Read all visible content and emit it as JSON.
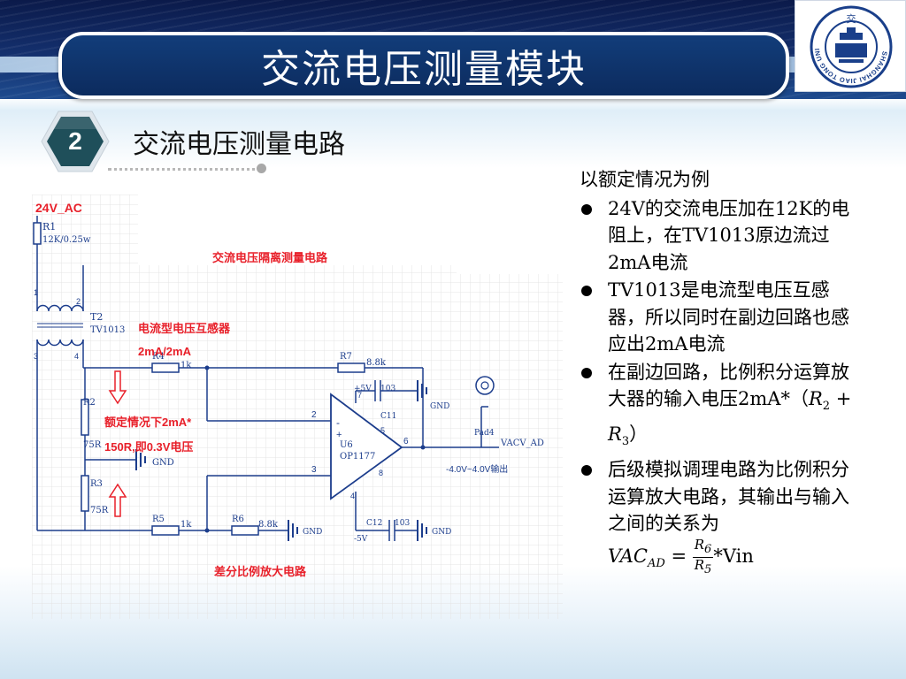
{
  "slide": {
    "title": "交流电压测量模块",
    "section_number": "2",
    "section_title": "交流电压测量电路"
  },
  "logo": {
    "top_char": "交",
    "ring_text": "SHANGHAI JIAO TONG UNIVERSITY"
  },
  "colors": {
    "header_navy": "#0c2b5e",
    "badge_teal": "#1f4f5a",
    "schematic_red": "#e8202a",
    "schematic_blue": "#1c3d8c"
  },
  "schematic": {
    "source_label": "24V_AC",
    "r1_name": "R1",
    "r1_value": "12K/0.25w",
    "pin1": "1",
    "pin2": "2",
    "pin3": "3",
    "pin4": "4",
    "t2_name": "T2",
    "t2_part": "TV1013",
    "isolation_caption": "交流电压隔离测量电路",
    "transformer_caption": "电流型电压互感器",
    "ratio_caption": "2mA/2mA",
    "r4_name": "R4",
    "r4_value": "1k",
    "r7_name": "R7",
    "r7_value": "8.8k",
    "vplus": "+5V",
    "c11_value": "103",
    "c11_name": "C11",
    "gnd": "GND",
    "r2_name": "R2",
    "r2_value": "75R",
    "rated_caption": "额定情况下2mA*",
    "burden_caption": "150R,即0.3V电压",
    "opamp_pin2": "2",
    "opamp_pin3": "3",
    "opamp_pin6": "6",
    "opamp_minus": "-",
    "opamp_plus": "+",
    "opamp_name": "U6",
    "opamp_part": "OP1177",
    "opamp_pin7": "7",
    "opamp_pin4": "4",
    "opamp_pin5": "5",
    "opamp_pin8": "8",
    "pad_name": "Pad4",
    "output_net": "VACV_AD",
    "output_range": "-4.0V~4.0V输出",
    "r3_name": "R3",
    "r3_value": "75R",
    "r5_name": "R5",
    "r5_value": "1k",
    "r6_name": "R6",
    "r6_value": "8.8k",
    "c12_name": "C12",
    "c12_value": "103",
    "vminus": "-5V",
    "amp_caption": "差分比例放大电路"
  },
  "notes": {
    "intro": "以额定情况为例",
    "bullet1": "24V的交流电压加在12K的电阻上，在TV1013原边流过2mA电流",
    "bullet2": "TV1013是电流型电压互感器，所以同时在副边回路也感应出2mA电流",
    "bullet3_text": "在副边回路，比例积分运算放大器的输入电压2mA*（",
    "bullet3_r2": "R",
    "bullet3_r2_sub": "2",
    "bullet3_plus": " + ",
    "bullet3_r3": "R",
    "bullet3_r3_sub": "3",
    "bullet3_close": "）",
    "bullet4_text": "后级模拟调理电路为比例积分运算放大电路，其输出与输入之间的关系为",
    "formula_lhs": "VAC",
    "formula_lhs_sub": "AD",
    "formula_eq": " = ",
    "formula_num": "R",
    "formula_num_sub": "6",
    "formula_den": "R",
    "formula_den_sub": "5",
    "formula_tail": "*Vin"
  }
}
